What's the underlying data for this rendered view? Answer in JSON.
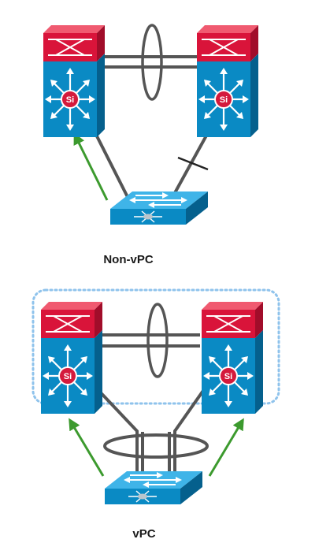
{
  "diagrams": [
    {
      "caption": "Non-vPC",
      "left_switch_label": "Si",
      "right_switch_label": "Si"
    },
    {
      "caption": "vPC",
      "left_switch_label": "Si",
      "right_switch_label": "Si"
    }
  ],
  "colors": {
    "chassis_top": "#d9143a",
    "chassis_body": "#0a8ac4",
    "access_switch": "#13a0dc",
    "link": "#555555",
    "traffic_arrow": "#3c9a2e",
    "vpc_domain_border": "#8fc3ec",
    "si_badge": "#d41a3c"
  }
}
